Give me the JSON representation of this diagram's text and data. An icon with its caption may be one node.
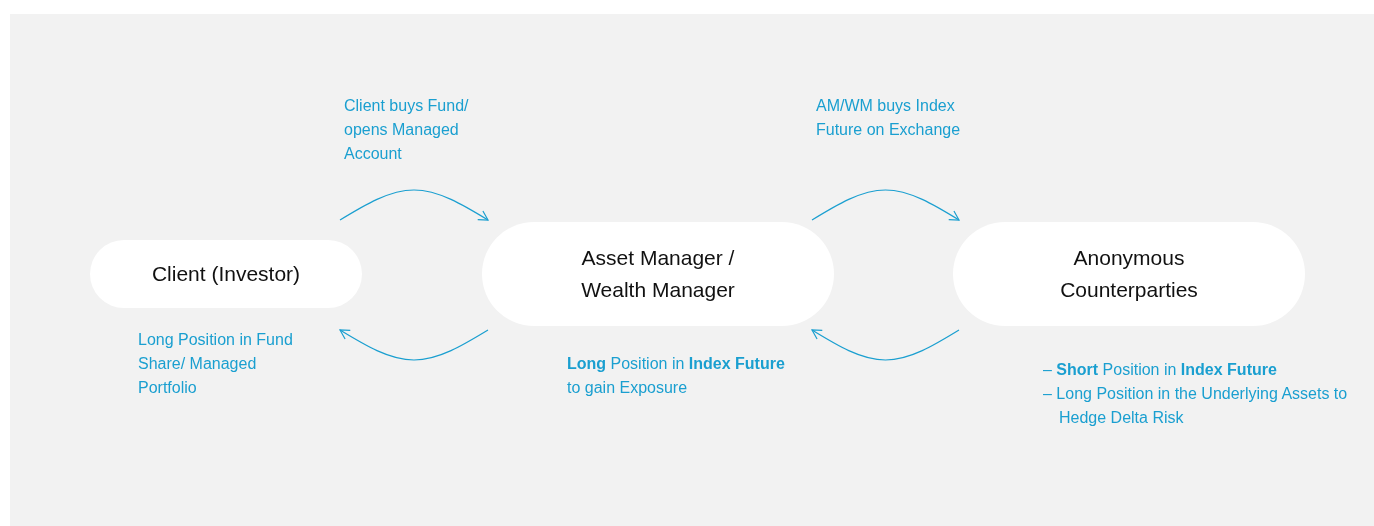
{
  "diagram": {
    "nodes": [
      {
        "text": [
          "Client (Investor)"
        ],
        "beside": [
          "Long Position in Fund Share/ Managed Portfolio"
        ]
      },
      {
        "text": [
          "Asset Manager / Wealth Manager"
        ],
        "beside": [
          "**Long** Position in **Index Future** to gain Exposure"
        ]
      },
      {
        "text": [
          "Anonymous Counterparties"
        ],
        "beside": [
          "– **Short** Position in **Index Future**",
          "– Long Position in the Underlying Assets to Hedge Delta Risk"
        ]
      }
    ],
    "edges": [
      {
        "from": 0,
        "to": 1,
        "arrow": "to",
        "label": "Client buys Fund/ opens Managed Account"
      },
      {
        "from": 1,
        "to": 0,
        "arrow": "to"
      },
      {
        "from": 1,
        "to": 2,
        "arrow": "to",
        "label": "AM/WM buys Index Future on Exchange"
      },
      {
        "from": 2,
        "to": 1,
        "arrow": "to"
      }
    ]
  }
}
